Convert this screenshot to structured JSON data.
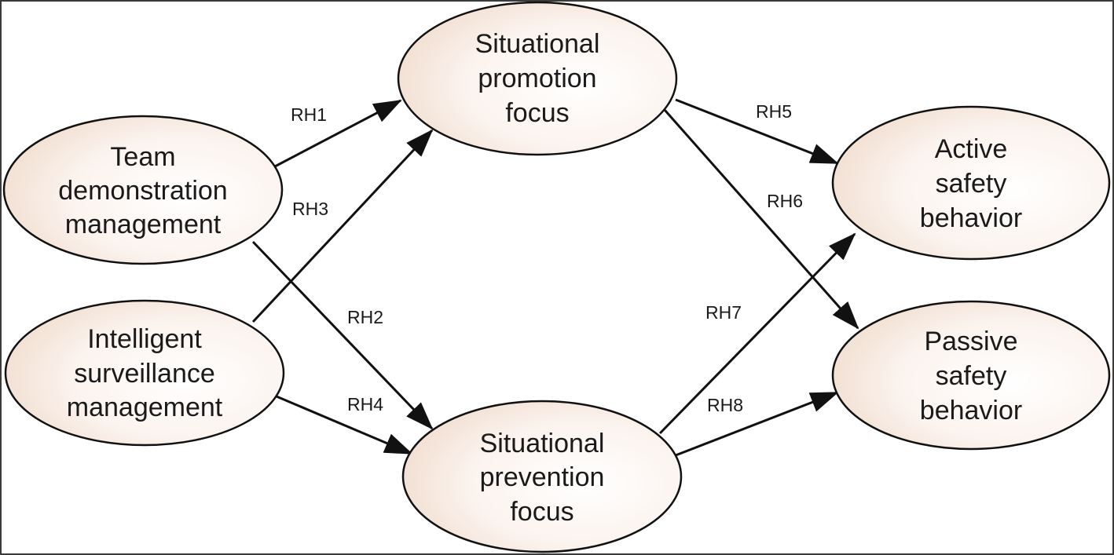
{
  "nodes": {
    "team": {
      "lines": [
        "Team",
        "demonstration",
        "management"
      ]
    },
    "intelligent": {
      "lines": [
        "Intelligent",
        "surveillance",
        "management"
      ]
    },
    "promotion": {
      "lines": [
        "Situational",
        "promotion",
        "focus"
      ]
    },
    "prevention": {
      "lines": [
        "Situational",
        "prevention",
        "focus"
      ]
    },
    "active": {
      "lines": [
        "Active",
        "safety",
        "behavior"
      ]
    },
    "passive": {
      "lines": [
        "Passive",
        "safety",
        "behavior"
      ]
    }
  },
  "edges": {
    "rh1": {
      "label": "RH1"
    },
    "rh2": {
      "label": "RH2"
    },
    "rh3": {
      "label": "RH3"
    },
    "rh4": {
      "label": "RH4"
    },
    "rh5": {
      "label": "RH5"
    },
    "rh6": {
      "label": "RH6"
    },
    "rh7": {
      "label": "RH7"
    },
    "rh8": {
      "label": "RH8"
    }
  },
  "colors": {
    "node_fill_edge": "#efd9c9",
    "node_fill_center": "#ffffff",
    "stroke": "#111111"
  }
}
